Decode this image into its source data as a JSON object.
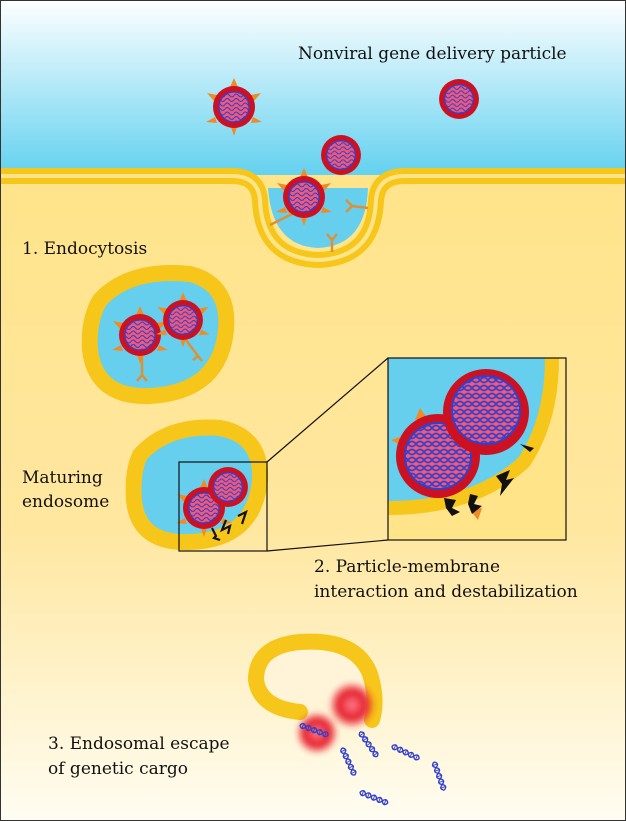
{
  "labels": {
    "title": "Nonviral gene delivery particle",
    "step1": "1. Endocytosis",
    "maturing_line1": "Maturing",
    "maturing_line2": "endosome",
    "step2_line1": "2. Particle-membrane",
    "step2_line2": "interaction and destabilization",
    "step3_line1": "3. Endosomal escape",
    "step3_line2": "of genetic cargo"
  },
  "colors": {
    "extracellular_top": "#5fd0ef",
    "cytoplasm": "#ffe48a",
    "cytoplasm_bottom": "#fffdf2",
    "membrane": "#f6c61a",
    "endosome_lumen": "#66cfee",
    "particle_shell": "#cc1122",
    "particle_core": "#f05a7a",
    "dna_strand": "#3340cc",
    "ligand_spike": "#f08a24",
    "receptor": "#d9923a",
    "disruption_mark": "#111111"
  },
  "icons": {
    "particle": "nanoparticle-icon",
    "receptor": "receptor-icon",
    "dna": "dna-strand-icon",
    "disruption": "membrane-disruption-icon"
  }
}
